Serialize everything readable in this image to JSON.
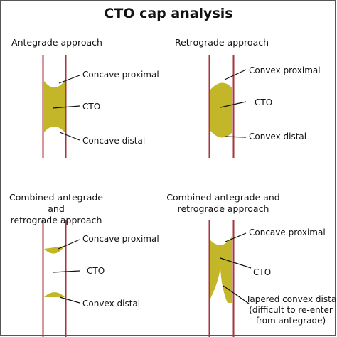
{
  "title": "CTO cap analysis",
  "panels": [
    {
      "heading": "Antegrade approach",
      "proximal_label": "Concave proximal",
      "body_label": "CTO",
      "distal_label": "Concave distal"
    },
    {
      "heading": "Retrograde approach",
      "proximal_label": "Convex proximal",
      "body_label": "CTO",
      "distal_label": "Convex distal"
    },
    {
      "heading_line1": "Combined antegrade and",
      "heading_line2": "retrograde approach",
      "proximal_label": "Concave proximal",
      "body_label": "CTO",
      "distal_label": "Convex distal"
    },
    {
      "heading_line1": "Combined antegrade and",
      "heading_line2": "retrograde approach",
      "proximal_label": "Concave proximal",
      "body_label": "CTO",
      "distal_label_line1": "Tapered convex distal",
      "distal_label_line2": "(difficult to re-enter",
      "distal_label_line3": "from antegrade)"
    }
  ],
  "colors": {
    "vessel_wall": "#a5363b",
    "cto_fill": "#c3b629",
    "leader": "#111111"
  }
}
